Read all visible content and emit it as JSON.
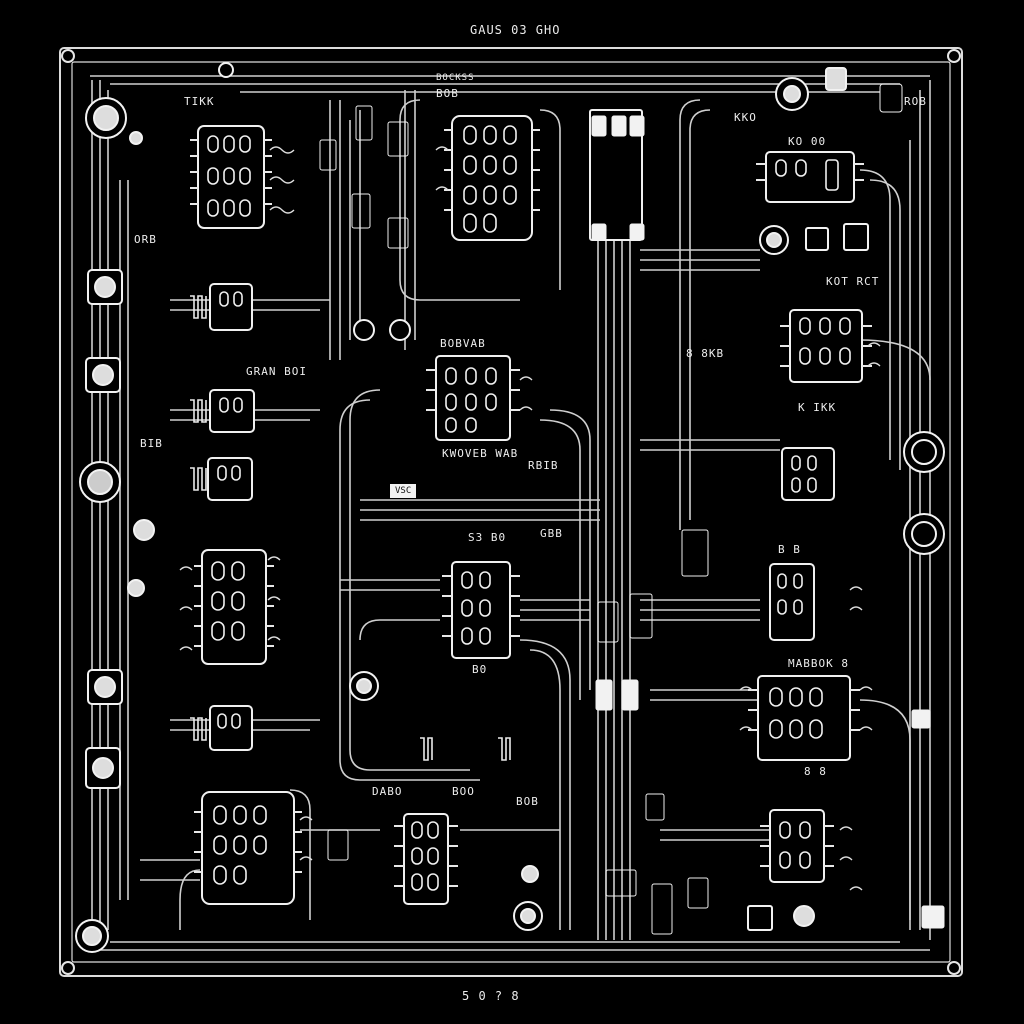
{
  "diagram": {
    "title": "GAUS 03 GHO",
    "footer": "5 0 ? 8",
    "colors": {
      "background": "#000000",
      "trace": "#d9d9d9",
      "chip": "#f0f0f0"
    },
    "labels": {
      "top_left_code": "TIKK",
      "top_small": "BOCKSS",
      "top_chip_label": "BOB",
      "top_right_code": "ROB",
      "top_right_left": "KKO",
      "right_upper": "KO 00",
      "right_mid": "KOT RCT",
      "right_lower": "K IKK",
      "left_mid": "GRAN BOI",
      "center_top": "BOBVAB",
      "center_bottom": "KWOVEB WAB",
      "center_right": "RBIB",
      "small_box": "VSC",
      "center_mid": "S3 B0",
      "center_mid_right": "GBB",
      "center_chip_bottom": "B0",
      "right_chip_top": "B B",
      "right_chip_label": "MABBOK 8",
      "right_chip_bottom": "8 8",
      "bottom_left": "DABO",
      "bottom_mid": "BOO",
      "bottom_pins": "BOB",
      "mid_right_label": "8 8KB",
      "left_small_1": "ORB",
      "left_small_2": "BIB"
    }
  }
}
